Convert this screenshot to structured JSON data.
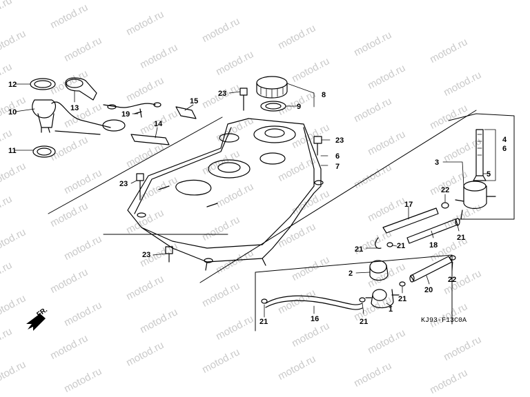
{
  "watermark": "motod.ru",
  "diagram_code": "KJ93-F13C0A",
  "direction_label": "FR.",
  "callouts": {
    "c1": "1",
    "c2": "2",
    "c3": "3",
    "c4": "4",
    "c5": "5",
    "c6a": "6",
    "c6b": "6",
    "c7": "7",
    "c8": "8",
    "c9": "9",
    "c10": "10",
    "c11": "11",
    "c12": "12",
    "c13": "13",
    "c14": "14",
    "c15": "15",
    "c16": "16",
    "c17": "17",
    "c18": "18",
    "c19": "19",
    "c20": "20",
    "c21a": "21",
    "c21b": "21",
    "c21c": "21",
    "c21d": "21",
    "c21e": "21",
    "c21f": "21",
    "c22a": "22",
    "c22b": "22",
    "c23a": "23",
    "c23b": "23",
    "c23c": "23",
    "c23d": "23"
  }
}
